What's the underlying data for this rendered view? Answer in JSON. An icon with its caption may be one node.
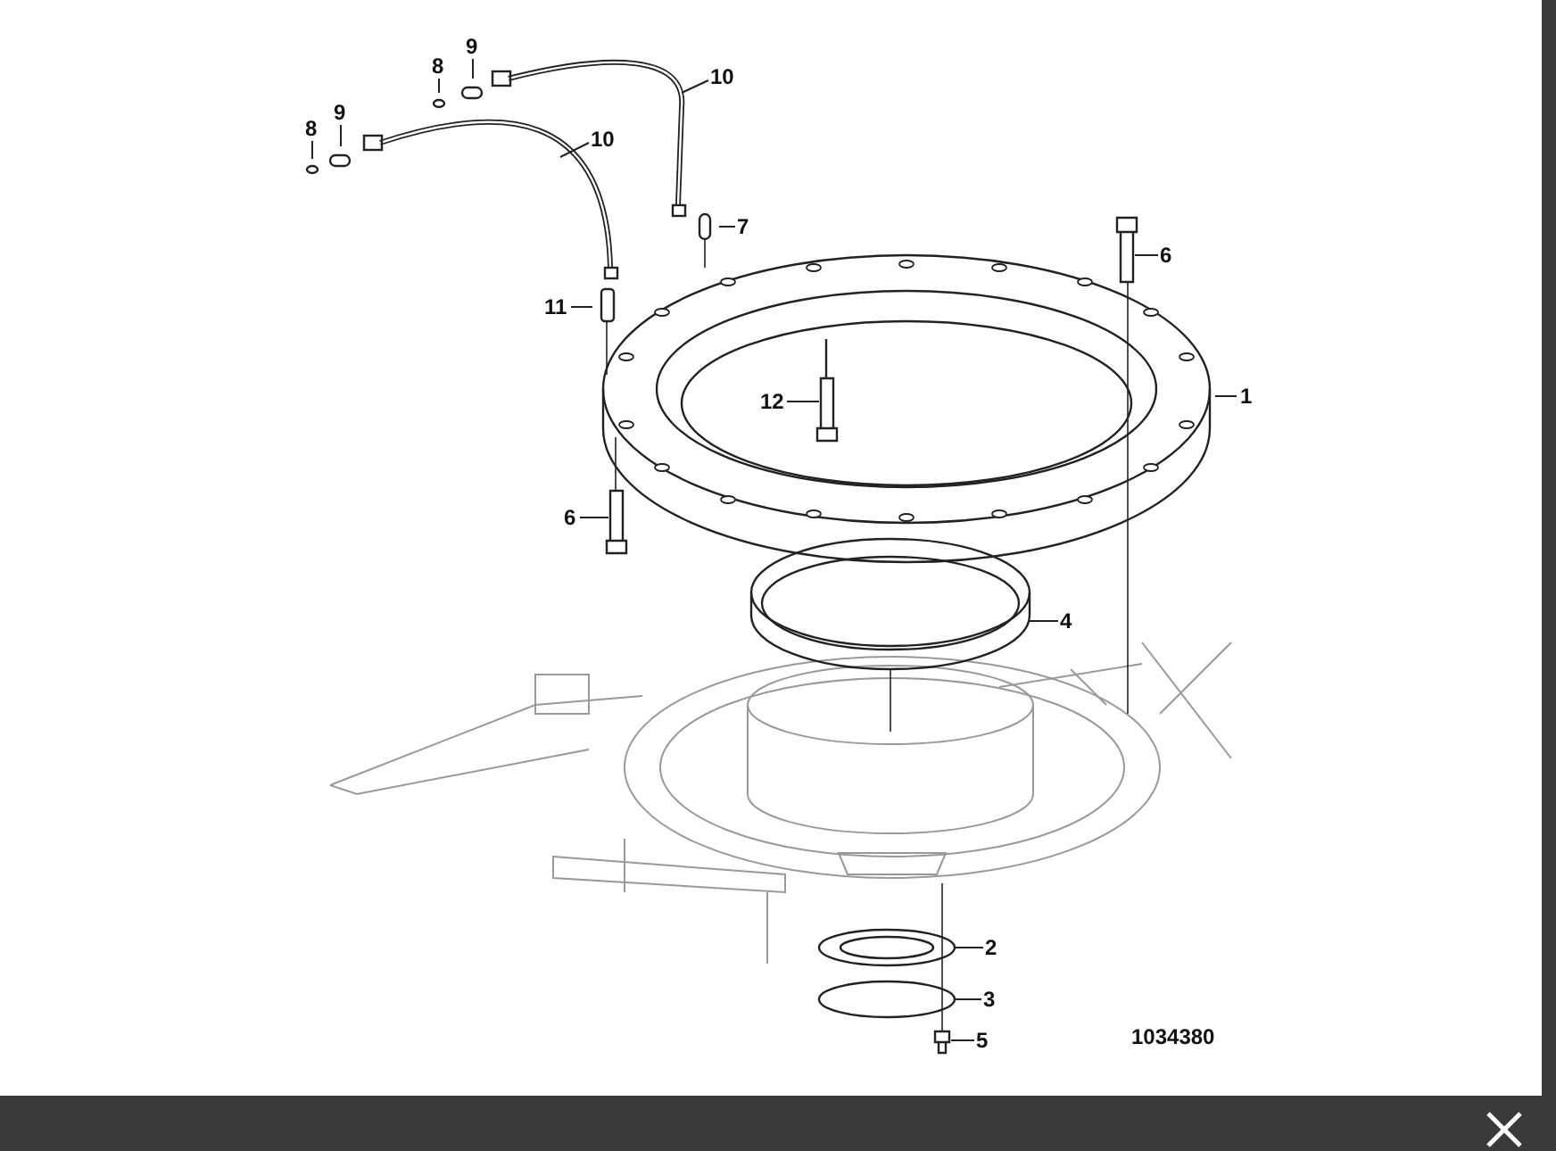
{
  "diagram": {
    "nodes": [
      {
        "text": [
          "9"
        ]
      },
      {
        "text": [
          "8"
        ]
      },
      {
        "text": [
          "10"
        ]
      },
      {
        "text": [
          "9"
        ]
      },
      {
        "text": [
          "8"
        ]
      },
      {
        "text": [
          "10"
        ]
      },
      {
        "text": [
          "7"
        ]
      },
      {
        "text": [
          "6"
        ]
      },
      {
        "text": [
          "11"
        ]
      },
      {
        "text": [
          "1"
        ]
      },
      {
        "text": [
          "12"
        ]
      },
      {
        "text": [
          "6"
        ]
      },
      {
        "text": [
          "4"
        ]
      },
      {
        "text": [
          "2"
        ]
      },
      {
        "text": [
          "3"
        ]
      },
      {
        "text": [
          "5"
        ]
      }
    ],
    "edges": [
      {
        "from": 0,
        "to": null,
        "arrow": "none"
      },
      {
        "from": 1,
        "to": null,
        "arrow": "none"
      },
      {
        "from": 2,
        "to": null,
        "arrow": "none"
      },
      {
        "from": 3,
        "to": null,
        "arrow": "none"
      },
      {
        "from": 4,
        "to": null,
        "arrow": "none"
      },
      {
        "from": 5,
        "to": null,
        "arrow": "none"
      },
      {
        "from": 6,
        "to": null,
        "arrow": "none"
      },
      {
        "from": 7,
        "to": null,
        "arrow": "none"
      },
      {
        "from": 8,
        "to": null,
        "arrow": "none"
      },
      {
        "from": 9,
        "to": null,
        "arrow": "none"
      },
      {
        "from": 10,
        "to": null,
        "arrow": "none"
      },
      {
        "from": 11,
        "to": null,
        "arrow": "none"
      },
      {
        "from": 12,
        "to": null,
        "arrow": "none"
      },
      {
        "from": 13,
        "to": null,
        "arrow": "none"
      },
      {
        "from": 14,
        "to": null,
        "arrow": "none"
      },
      {
        "from": 15,
        "to": null,
        "arrow": "none"
      }
    ],
    "labels": [
      "1034380"
    ]
  }
}
